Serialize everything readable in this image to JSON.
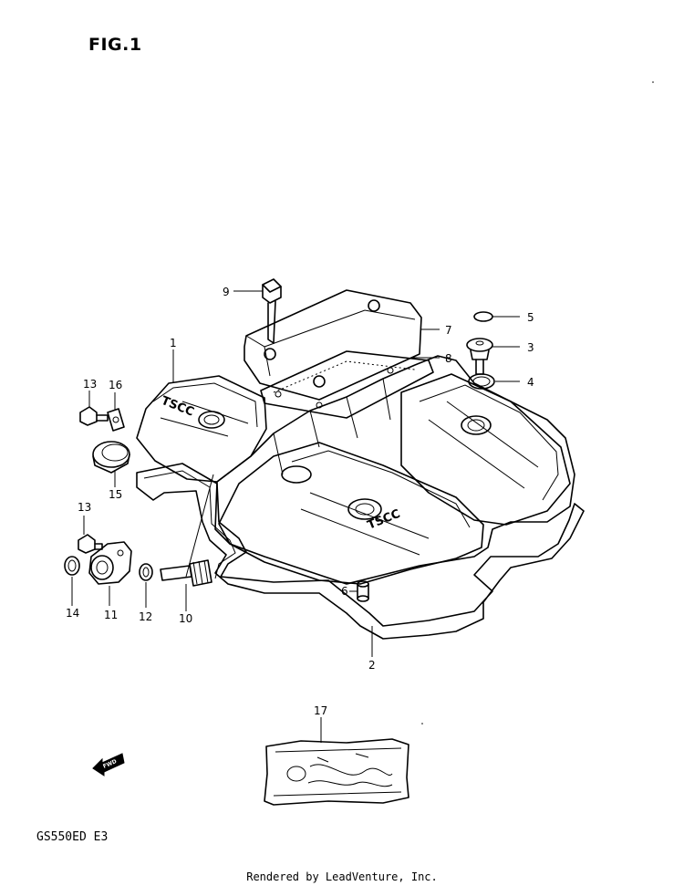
{
  "figure": {
    "title": "FIG.1"
  },
  "model_code": "GS550ED E3",
  "footer": "Rendered by LeadVenture, Inc.",
  "fwd_label": "FWD",
  "part_numbers": {
    "p1": "1",
    "p2": "2",
    "p3": "3",
    "p4": "4",
    "p5": "5",
    "p6": "6",
    "p7": "7",
    "p8": "8",
    "p9": "9",
    "p10": "10",
    "p11": "11",
    "p12": "12",
    "p13a": "13",
    "p13b": "13",
    "p14": "14",
    "p15": "15",
    "p16": "16",
    "p17": "17"
  },
  "cover_logo": "TSCC"
}
